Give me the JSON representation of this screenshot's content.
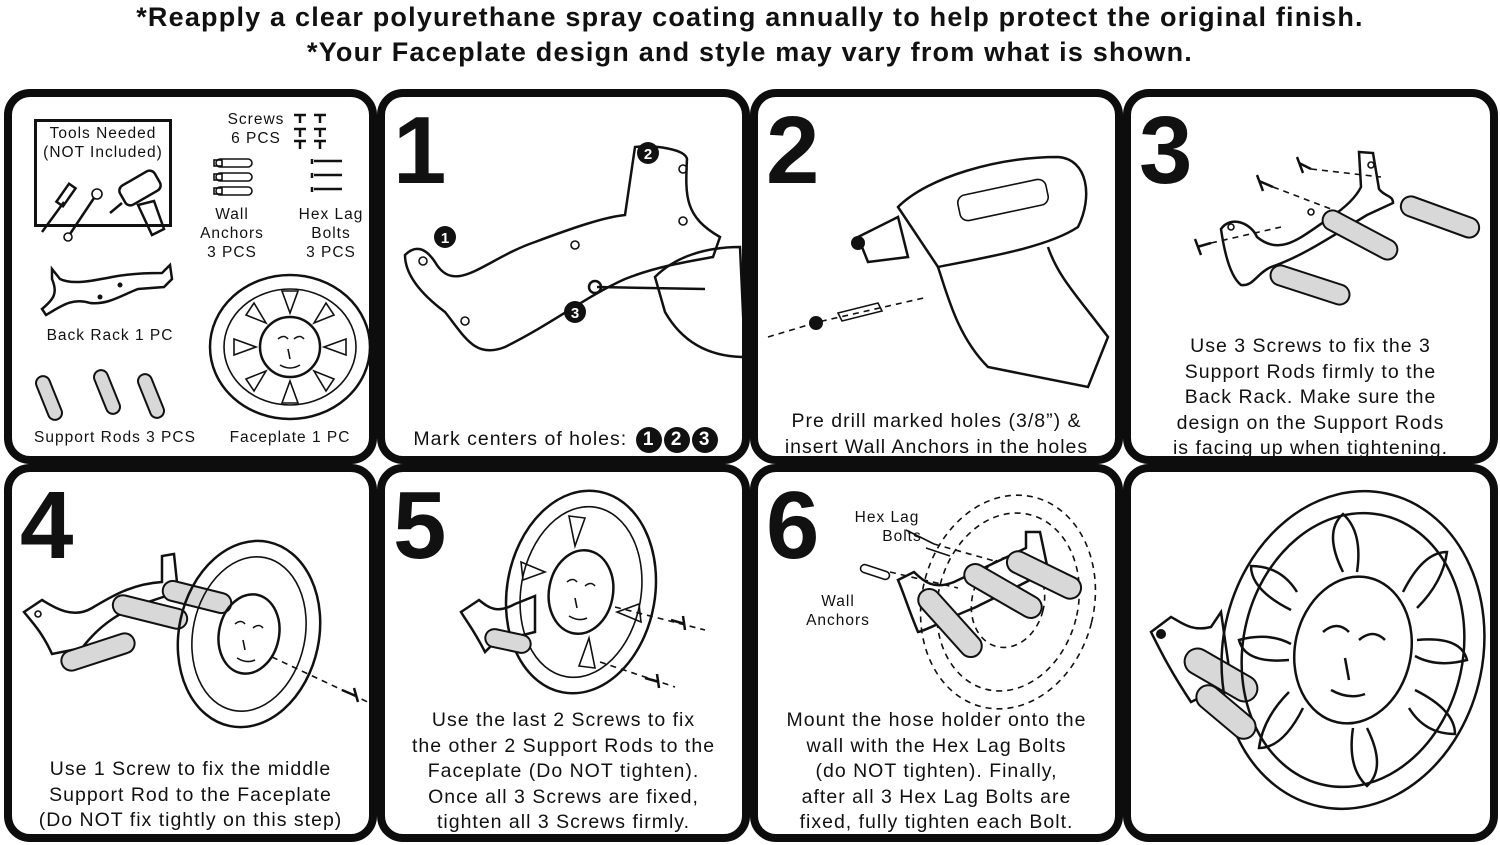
{
  "notes": {
    "line1": "*Reapply a clear polyurethane spray coating annually to help protect the original finish.",
    "line2": "*Your Faceplate design and style may vary from what is shown."
  },
  "parts": {
    "tools_line1": "Tools Needed",
    "tools_line2": "(NOT Included)",
    "screws_line1": "Screws",
    "screws_line2": "6 PCS",
    "anchors_line1": "Wall",
    "anchors_line2": "Anchors",
    "anchors_line3": "3 PCS",
    "bolts_line1": "Hex Lag",
    "bolts_line2": "Bolts",
    "bolts_line3": "3 PCS",
    "back_rack": "Back Rack 1 PC",
    "support_rods": "Support Rods 3 PCS",
    "faceplate": "Faceplate 1 PC"
  },
  "steps": [
    {
      "number": "1",
      "caption": "Mark centers of holes:",
      "badges": [
        "1",
        "2",
        "3"
      ]
    },
    {
      "number": "2",
      "caption_lines": [
        "Pre drill marked holes (3/8”) &",
        "insert Wall Anchors in the holes"
      ]
    },
    {
      "number": "3",
      "caption_lines": [
        "Use 3 Screws to fix the 3",
        "Support Rods firmly to the",
        "Back Rack. Make sure the",
        "design on the Support Rods",
        "is facing up when tightening."
      ]
    },
    {
      "number": "4",
      "caption_lines": [
        "Use 1 Screw to fix the middle",
        "Support Rod to the Faceplate",
        "(Do NOT fix tightly on this step)"
      ]
    },
    {
      "number": "5",
      "caption_lines": [
        "Use the last 2 Screws to fix",
        "the other 2 Support Rods to the",
        "Faceplate (Do NOT tighten).",
        "Once all 3 Screws are fixed,",
        "tighten all 3 Screws firmly."
      ]
    },
    {
      "number": "6",
      "caption_lines": [
        "Mount the hose holder onto the",
        "wall with the Hex Lag Bolts",
        "(do NOT tighten). Finally,",
        "after all 3 Hex Lag Bolts are",
        "fixed, fully tighten each Bolt."
      ],
      "label_bolts_1": "Hex Lag",
      "label_bolts_2": "Bolts",
      "label_anchors_1": "Wall",
      "label_anchors_2": "Anchors"
    }
  ],
  "colors": {
    "border": "#0d0d0d",
    "rod_fill": "#d8d8d8",
    "background": "#ffffff"
  },
  "icons": [
    "screwdriver-icon",
    "wrench-icon",
    "drill-icon",
    "screw-icon",
    "wall-anchor-icon",
    "hex-lag-bolt-icon",
    "back-rack-icon",
    "support-rod-icon",
    "sun-faceplate-icon"
  ]
}
